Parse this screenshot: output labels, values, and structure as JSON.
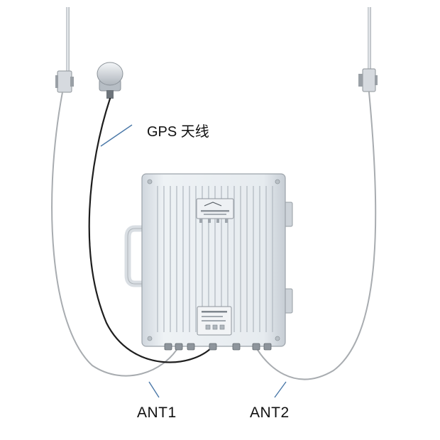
{
  "labels": {
    "gps": "GPS 天线",
    "ant1": "ANT1",
    "ant2": "ANT2"
  },
  "colors": {
    "enclosure": "#e4e9ee",
    "enclosure_shadow": "#c2c9d0",
    "antenna_cable": "#a8acb0",
    "gps_cable": "#1e1e1e",
    "leader_line": "#4a78a8",
    "text": "#111111"
  }
}
